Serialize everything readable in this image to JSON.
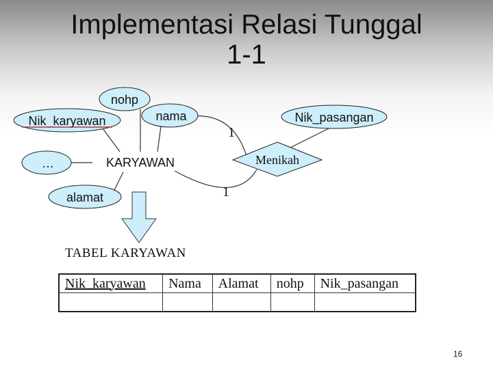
{
  "slide": {
    "title_line1": "Implementasi Relasi Tunggal",
    "title_line2": "1-1",
    "page_number": "16"
  },
  "diagram": {
    "entity": "KARYAWAN",
    "relationship": "Menikah",
    "attributes": {
      "nohp": "nohp",
      "nik_karyawan": "Nik_karyawan",
      "nama": "nama",
      "ellipsis": "…",
      "alamat": "alamat",
      "nik_pasangan": "Nik_pasangan"
    },
    "cardinality_top": "1",
    "cardinality_bottom": "1"
  },
  "table": {
    "caption": "TABEL KARYAWAN",
    "columns": [
      "Nik_karyawan",
      "Nama",
      "Alamat",
      "nohp",
      "Nik_pasangan"
    ],
    "rows": [
      [
        "",
        "",
        "",
        "",
        ""
      ]
    ]
  },
  "colors": {
    "attribute_fill": "#cdeefa",
    "relationship_fill": "#cdeefa",
    "arrow_fill": "#cdeefa",
    "pk_underline": "#9b1c1c"
  }
}
